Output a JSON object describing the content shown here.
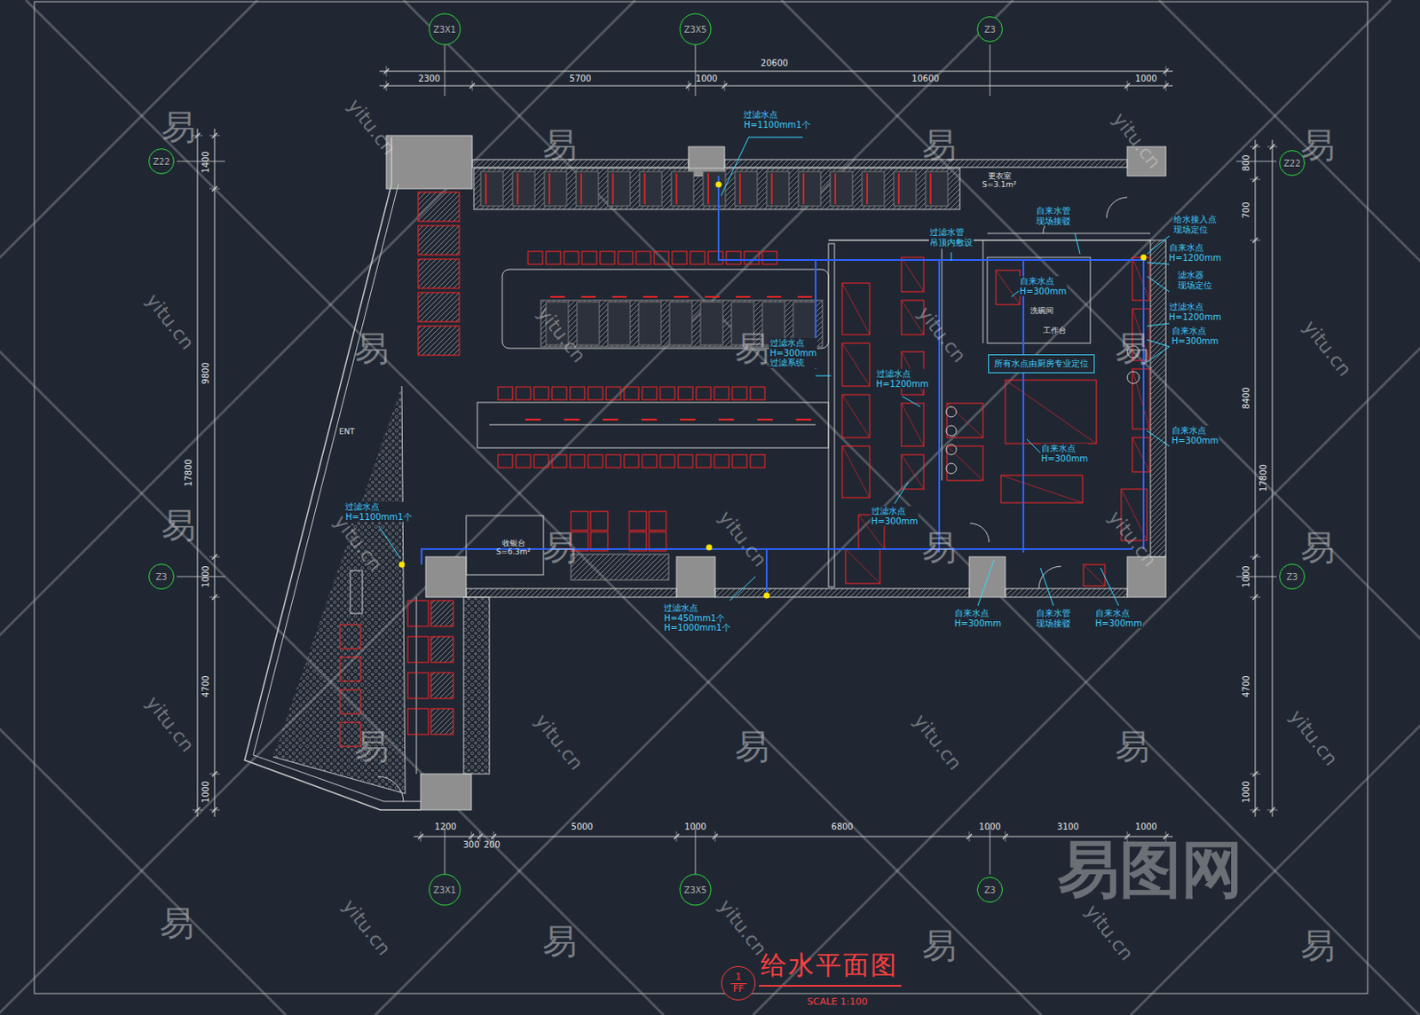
{
  "diagram": {
    "title": "给水平面图",
    "caption": "SCALE 1:100",
    "nodes": [
      {
        "text": [
          "Z3X1"
        ]
      },
      {
        "text": [
          "Z3X5"
        ]
      },
      {
        "text": [
          "Z3"
        ]
      },
      {
        "text": [
          "Z22"
        ]
      },
      {
        "text": [
          "Z22"
        ]
      },
      {
        "text": [
          "所有水点由厨房专业定位"
        ]
      },
      {
        "text": [
          "Z3"
        ]
      },
      {
        "text": [
          "Z3"
        ]
      },
      {
        "text": [
          "Z3X1"
        ]
      },
      {
        "text": [
          "Z3X5"
        ]
      },
      {
        "text": [
          "Z3"
        ]
      },
      {
        "text": [
          "1",
          "FF"
        ]
      }
    ],
    "labels": [
      "20600",
      "2300",
      "5700",
      "1000",
      "10600",
      "1000",
      "1400",
      "9800",
      "1000",
      "4700",
      "1000",
      "17800",
      "800",
      "700",
      "8400",
      "1000",
      "4700",
      "1000",
      "17800",
      "1200",
      "300",
      "200",
      "5000",
      "1000",
      "6800",
      "1000",
      "3100",
      "1000",
      "过滤水点 H=1100mm1个",
      "过滤水管 吊顶内敷设",
      "自来水管 现场接驳",
      "给水接入点 现场定位",
      "自来水点 H=1200mm",
      "滤水器 现场定位",
      "过滤水点 H=1200mm",
      "自来水点 H=300mm",
      "自来水点 H=300mm",
      "过滤水点 H=300mm 过滤系统",
      "过滤水点 H=1200mm",
      "自来水点 H=300mm",
      "自来水点 H=300mm",
      "过滤水点 H=300mm",
      "过滤水点 H=1100mm1个",
      "过滤水点 H=450mm1个 H=1000mm1个",
      "自来水点 H=300mm",
      "自来水管 现场接驳",
      "自来水点 H=300mm",
      "更衣室 S=3.1m²",
      "收银台 S=6.3m²",
      "洗碗间",
      "工作台",
      "ENT",
      "易",
      "易",
      "易",
      "易",
      "易",
      "易",
      "易",
      "易",
      "易",
      "易",
      "易",
      "易",
      "易",
      "易",
      "易",
      "易",
      "易",
      "易",
      "yitu.cn",
      "yitu.cn",
      "yitu.cn",
      "yitu.cn",
      "yitu.cn",
      "yitu.cn",
      "yitu.cn",
      "yitu.cn",
      "yitu.cn",
      "yitu.cn",
      "yitu.cn",
      "yitu.cn",
      "yitu.cn",
      "yitu.cn",
      "yitu.cn",
      "yitu.cn",
      "易图网"
    ]
  }
}
